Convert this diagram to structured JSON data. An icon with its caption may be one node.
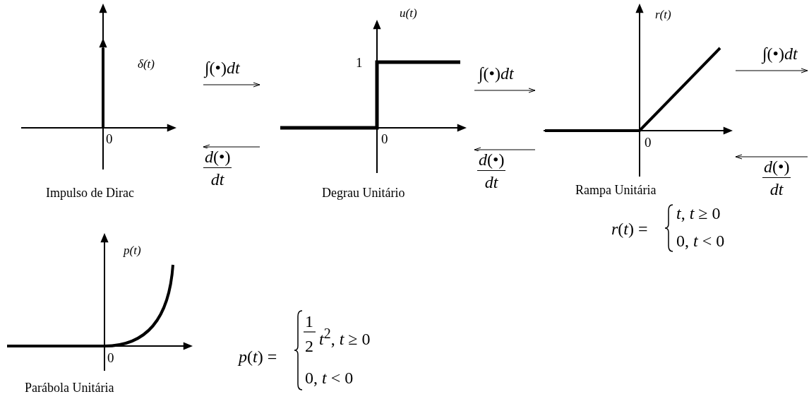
{
  "diagram": {
    "nodes": [
      {
        "text": [
          "δ(t)",
          "0"
        ],
        "beside": [
          "Impulso de Dirac"
        ]
      },
      {
        "text": [
          "u(t)",
          "1",
          "0"
        ],
        "beside": [
          "Degrau Unitário"
        ]
      },
      {
        "text": [
          "r(t)",
          "0"
        ],
        "beside": [
          "Rampa Unitária"
        ]
      },
      {
        "text": [
          "p(t)",
          "0"
        ],
        "beside": [
          "Parábola Unitária"
        ]
      }
    ],
    "edges": [
      {
        "from": 0,
        "to": 1,
        "arrow": "to",
        "label": "∫(•)*dt*"
      },
      {
        "from": 1,
        "to": 0,
        "arrow": "to",
        "label": "*d*(•) *dt*"
      },
      {
        "from": 1,
        "to": 2,
        "arrow": "to",
        "label": "∫(•)*dt*"
      },
      {
        "from": 2,
        "to": 1,
        "arrow": "to",
        "label": "*d*(•) *dt*"
      },
      {
        "from": 2,
        "to": null,
        "arrow": "to",
        "label": "∫(•)*dt*"
      },
      {
        "from": null,
        "to": 2,
        "arrow": "to",
        "label": "*d*(•) *dt*"
      }
    ],
    "labels": [
      "*r*(*t*) =",
      "*t*, *t* ≥ 0",
      "0, *t* < 0",
      "*p*(*t*) =",
      "1",
      "2",
      "*t*$^{2}$, *t* ≥ 0",
      "0, *t* < 0"
    ]
  }
}
